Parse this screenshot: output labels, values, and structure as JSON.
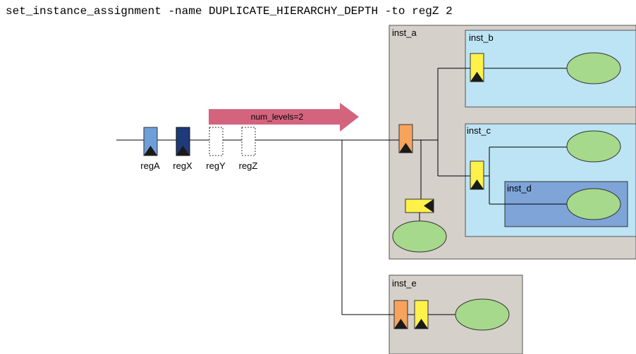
{
  "command": "set_instance_assignment -name DUPLICATE_HIERARCHY_DEPTH -to regZ 2",
  "arrow": {
    "label": "num_levels=2"
  },
  "registers": [
    {
      "id": "regA",
      "label": "regA"
    },
    {
      "id": "regX",
      "label": "regX"
    },
    {
      "id": "regY",
      "label": "regY"
    },
    {
      "id": "regZ",
      "label": "regZ"
    }
  ],
  "instances": {
    "inst_a": "inst_a",
    "inst_b": "inst_b",
    "inst_c": "inst_c",
    "inst_d": "inst_d",
    "inst_e": "inst_e"
  },
  "colors": {
    "instance_gray": "#d5d0ca",
    "instance_blue": "#bde4f4",
    "instance_dark_blue": "#7ea4d8",
    "register_light_blue": "#6f9fd8",
    "register_dark_blue": "#1f3a78",
    "register_orange": "#f7a35c",
    "register_yellow": "#fdf14a",
    "logic_green": "#a6d98b",
    "arrow_pink": "#d4647e"
  }
}
